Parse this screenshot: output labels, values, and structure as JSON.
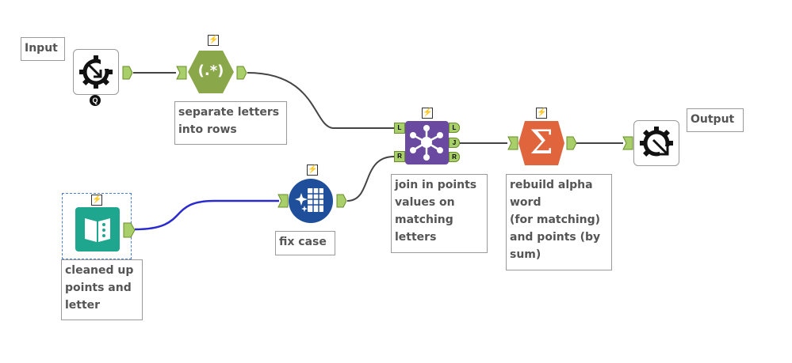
{
  "canvas": {
    "annotations": {
      "input": "Input",
      "output": "Output"
    },
    "tools": {
      "regex": {
        "glyph": "(.*)",
        "caption": "separate letters\ninto rows"
      },
      "join": {
        "caption": "join in points\nvalues on\nmatching\nletters",
        "anchors": {
          "left": "L",
          "right": "R",
          "out_left": "L",
          "out_join": "J",
          "out_right": "R"
        }
      },
      "summarize": {
        "glyph": "Σ",
        "caption": "rebuild alpha\nword\n(for matching)\nand points (by\nsum)"
      },
      "text_input": {
        "caption": "cleaned up\npoints and\nletter"
      },
      "formula": {
        "caption": "fix case"
      },
      "macro_input": {
        "badge": "Q"
      }
    },
    "bolt_glyph": "⚡"
  }
}
